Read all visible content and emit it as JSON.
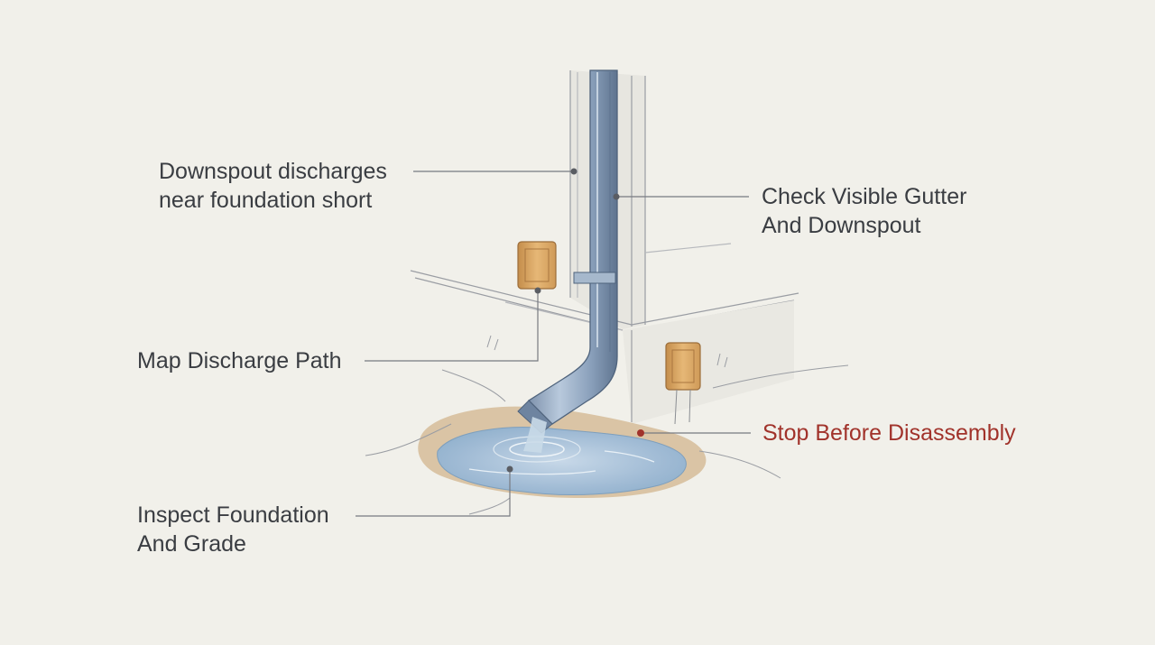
{
  "labels": {
    "downspout_discharge": {
      "line1": "Downspout discharges",
      "line2": "near foundation short"
    },
    "check_gutter": {
      "line1": "Check Visible Gutter",
      "line2": "And Downspout"
    },
    "map_discharge": {
      "line1": "Map Discharge Path"
    },
    "stop_disassembly": {
      "line1": "Stop Before Disassembly"
    },
    "inspect_foundation": {
      "line1": "Inspect Foundation",
      "line2": "And Grade"
    }
  },
  "colors": {
    "background": "#f1f0ea",
    "label_text": "#3a3d42",
    "warning_text": "#a1332b",
    "leader_line": "#777a80",
    "pipe": "#8ea5c0",
    "water": "#a9c3da",
    "soil": "#c9a678",
    "vent": "#d9a765"
  }
}
